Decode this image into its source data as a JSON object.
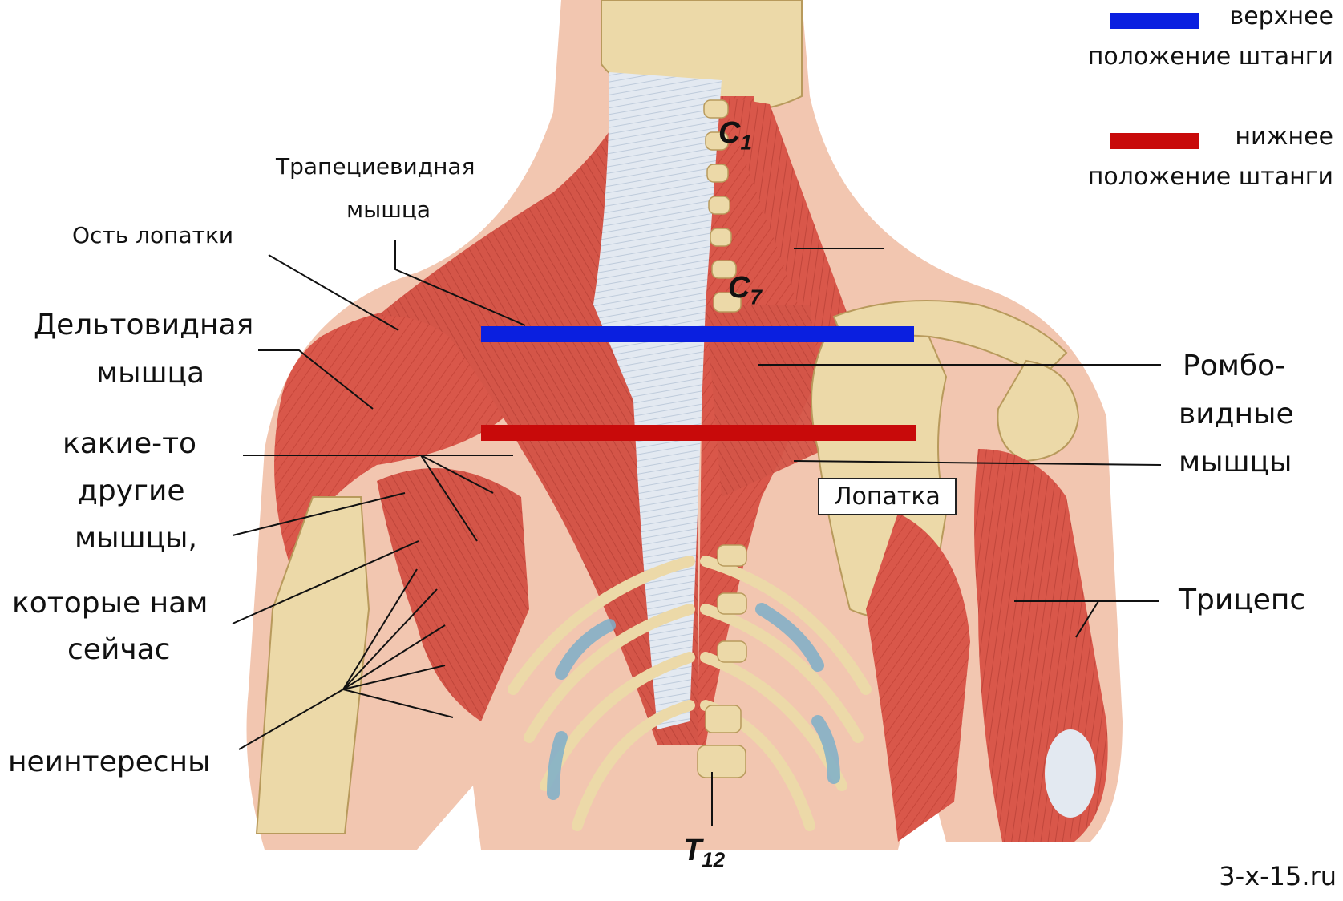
{
  "legend": {
    "upper": {
      "text_line1": "верхнее",
      "text_line2": "положение штанги",
      "color": "#0a1fe0"
    },
    "lower": {
      "text_line1": "нижнее",
      "text_line2": "положение штанги",
      "color": "#c80a0a"
    }
  },
  "labels": {
    "trapezius_1": "Трапециевидная",
    "trapezius_2": "мышца",
    "scapular_spine": "Ость лопатки",
    "deltoid_1": "Дельтовидная",
    "deltoid_2": "мышца",
    "other_1": "какие-то",
    "other_2": "другие",
    "other_3": "мышцы,",
    "other_4": "которые нам",
    "other_5": "сейчас",
    "other_6": "неинтересны",
    "rhomboid_1": "Ромбо-",
    "rhomboid_2": "видные",
    "rhomboid_3": "мышцы",
    "scapula": "Лопатка",
    "triceps": "Трицепс"
  },
  "vertebrae": {
    "c1_letter": "C",
    "c1_num": "1",
    "c7_letter": "C",
    "c7_num": "7",
    "t12_letter": "T",
    "t12_num": "12"
  },
  "watermark": "3-x-15.ru",
  "colors": {
    "muscle": "#d9574a",
    "muscle_dark": "#b8392f",
    "bone": "#ecd9a8",
    "tendon": "#dfe6ef",
    "skin": "#f2c6b0",
    "cartilage": "#7eafc9"
  }
}
